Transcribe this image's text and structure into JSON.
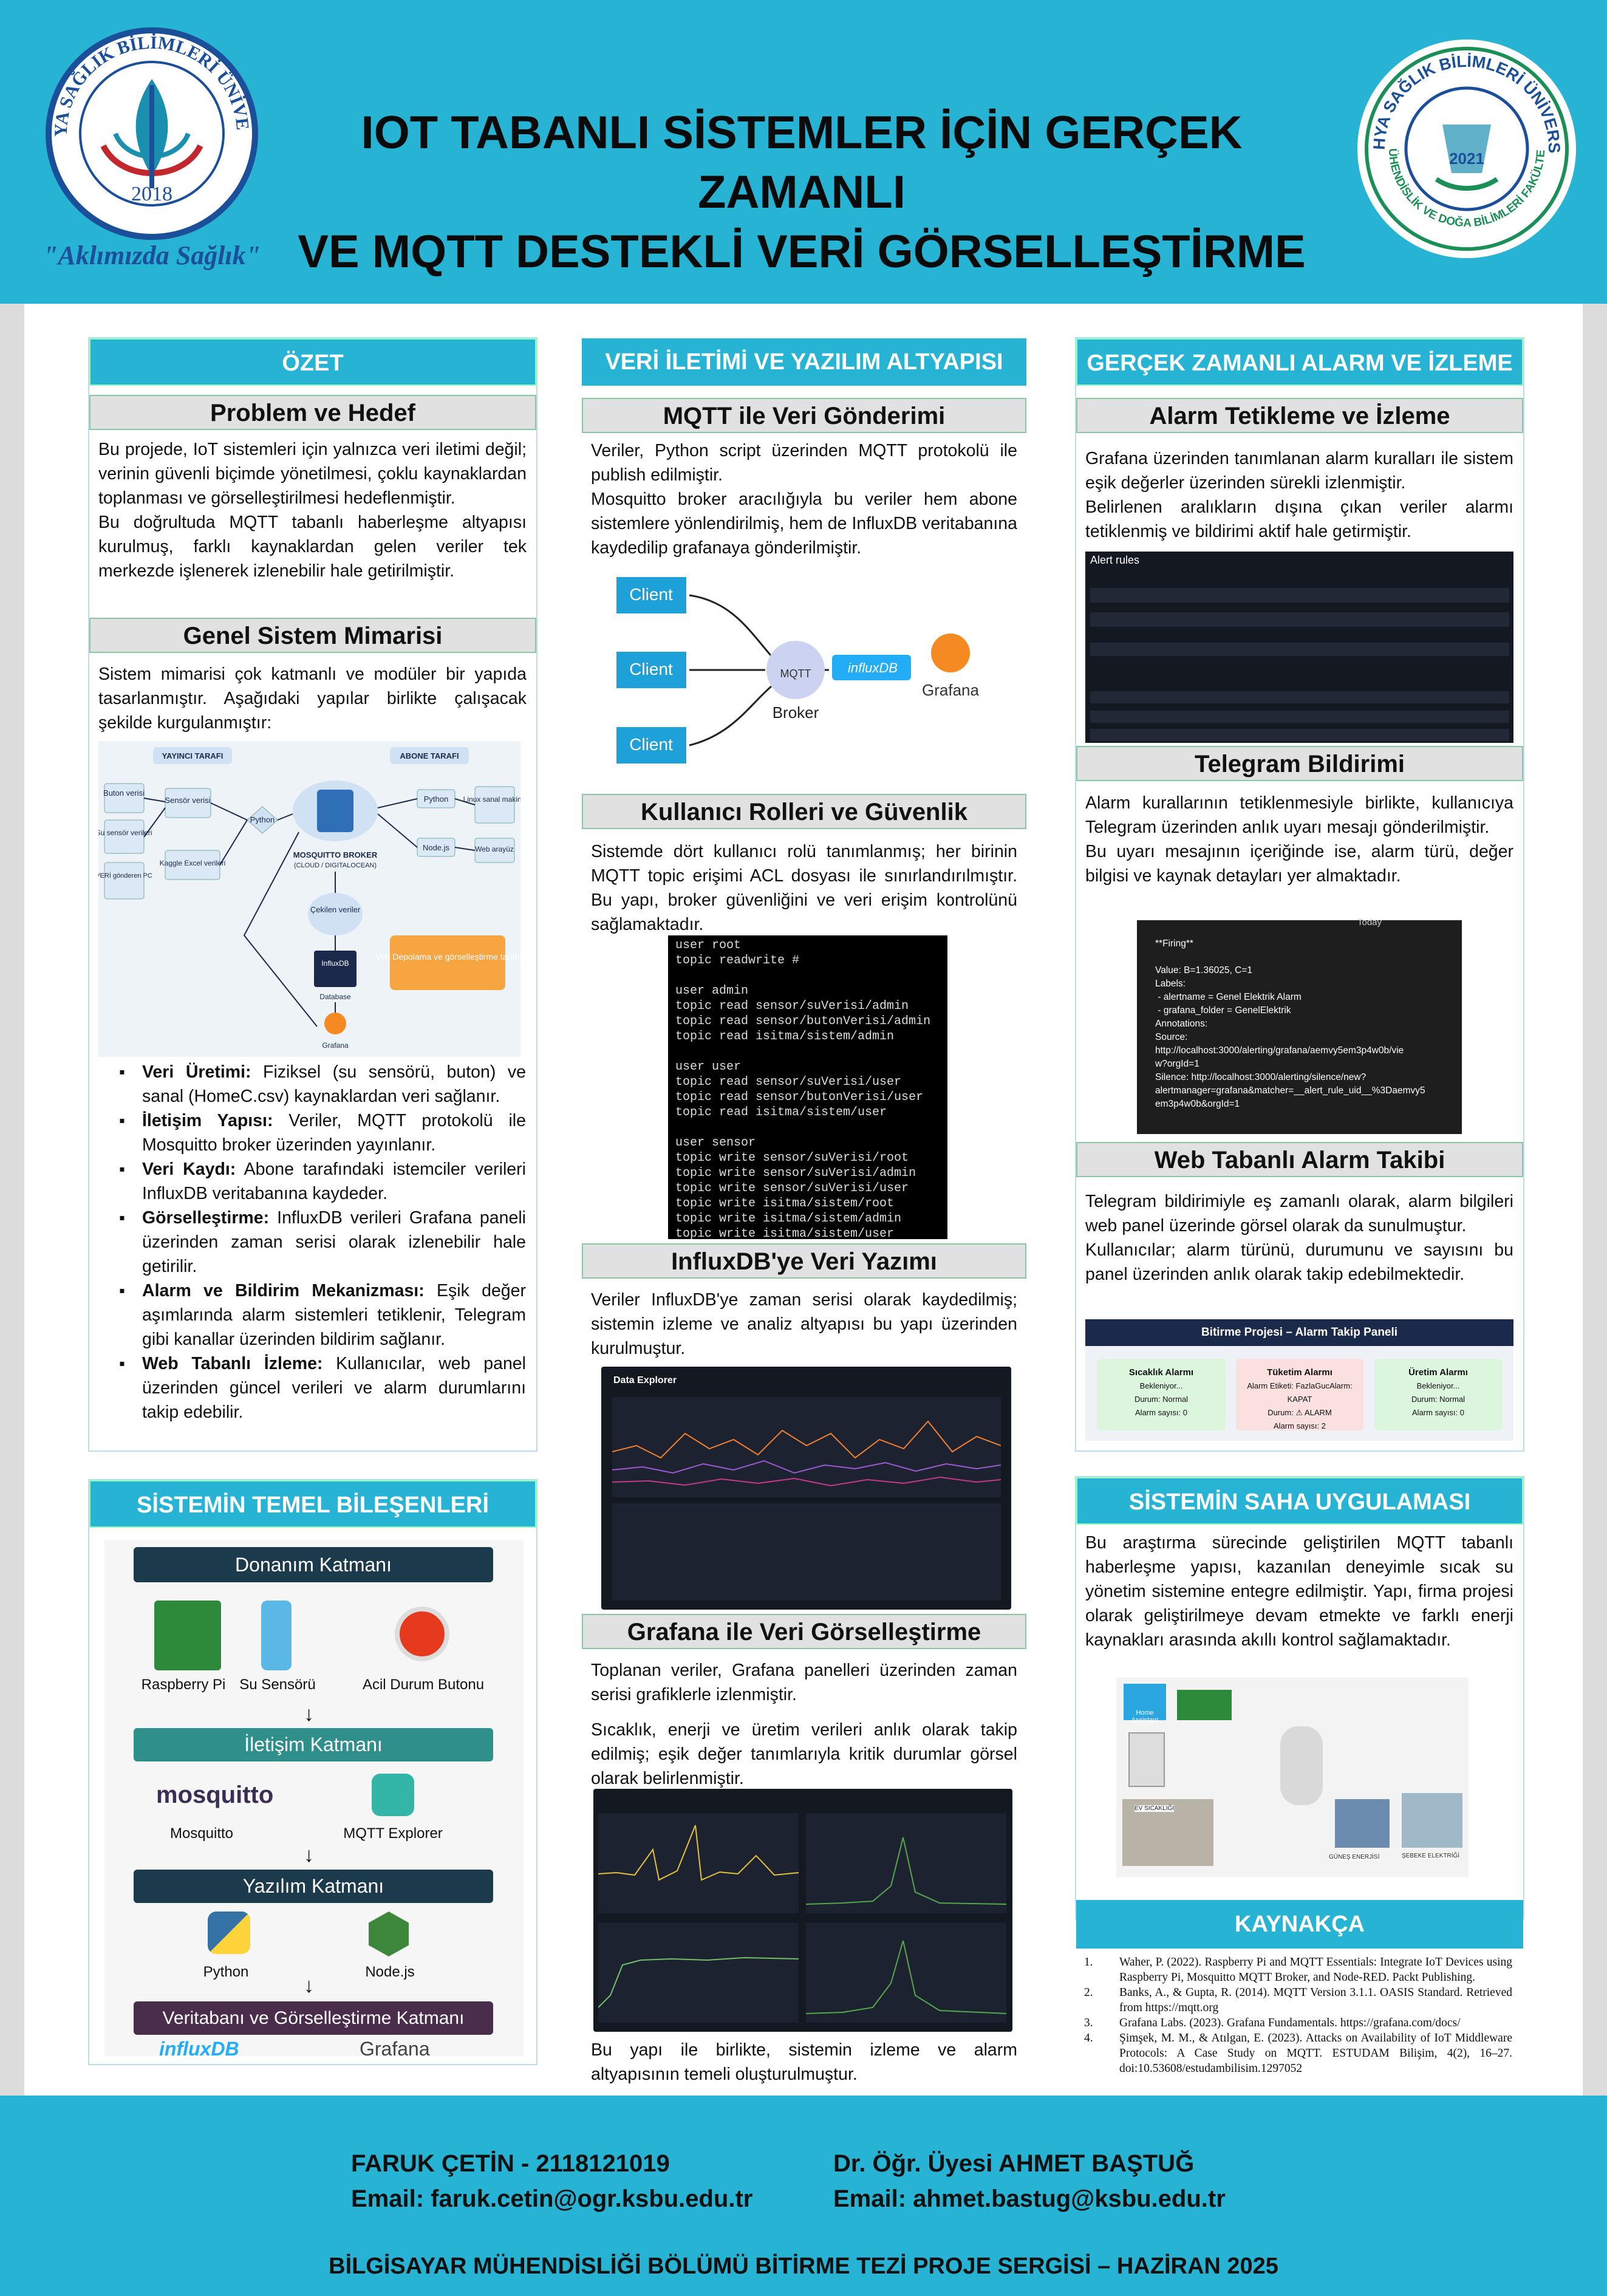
{
  "header": {
    "title_line1": "IOT TABANLI SİSTEMLER İÇİN GERÇEK ZAMANLI",
    "title_line2": "VE MQTT DESTEKLİ VERİ GÖRSELLEŞTİRME",
    "left_logo_arc": "KÜTAHYA SAĞLIK BİLİMLERİ ÜNİVERSİTESİ",
    "left_logo_year": "2018",
    "left_logo_slogan": "\"Aklımızda Sağlık\"",
    "right_logo_arc": "KÜTAHYA SAĞLIK BİLİMLERİ ÜNİVERSİTESİ",
    "right_logo_inner": "MÜHENDİSLİK VE DOĞA BİLİMLERİ FAKÜLTESİ",
    "right_logo_year": "2021"
  },
  "col1": {
    "section": "ÖZET",
    "sub1": "Problem ve Hedef",
    "p1": "Bu projede, IoT sistemleri için yalnızca veri iletimi değil; verinin güvenli biçimde yönetilmesi, çoklu kaynaklardan toplanması ve görselleştirilmesi hedeflenmiştir.",
    "p2": "Bu doğrultuda MQTT tabanlı haberleşme altyapısı kurulmuş, farklı kaynaklardan gelen veriler tek merkezde işlenerek izlenebilir hale getirilmiştir.",
    "sub2": "Genel Sistem Mimarisi",
    "p3": "Sistem mimarisi çok katmanlı ve modüler bir yapıda tasarlanmıştır. Aşağıdaki yapılar birlikte çalışacak şekilde kurgulanmıştır:",
    "arch": {
      "pub": "YAYINCI TARAFI",
      "sub": "ABONE TARAFI",
      "buton": "Buton verisi",
      "su": "Su sensör verileri",
      "veri": "VERİ gönderen PC",
      "sensor": "Sensör verisi",
      "kaggle": "Kaggle Excel verileri",
      "python": "Python",
      "broker": "MOSQUITTO BROKER",
      "broker2": "(CLOUD / DIGITALOCEAN)",
      "cekilen": "Çekilen veriler",
      "influx": "InfluxDB",
      "database": "Database",
      "grafana": "Grafana",
      "py2": "Python",
      "node": "Node.js",
      "linux": "Linux sanal makine",
      "web": "Web arayüz",
      "depo": "Veri Depolama ve görselleştirme tarafı"
    },
    "bullets": [
      {
        "b": "Veri Üretimi:",
        "t": " Fiziksel (su sensörü, buton) ve sanal (HomeC.csv) kaynaklardan veri sağlanır."
      },
      {
        "b": "İletişim Yapısı:",
        "t": " Veriler, MQTT protokolü ile Mosquitto broker üzerinden yayınlanır."
      },
      {
        "b": "Veri Kaydı:",
        "t": " Abone tarafındaki istemciler verileri InfluxDB veritabanına kaydeder."
      },
      {
        "b": "Görselleştirme:",
        "t": " InfluxDB verileri Grafana paneli üzerinden zaman serisi olarak izlenebilir hale getirilir."
      },
      {
        "b": "Alarm ve Bildirim Mekanizması:",
        "t": " Eşik değer aşımlarında alarm sistemleri tetiklenir, Telegram gibi kanallar üzerinden bildirim sağlanır."
      },
      {
        "b": "Web Tabanlı İzleme:",
        "t": " Kullanıcılar, web panel üzerinden güncel verileri ve alarm durumlarını takip edebilir."
      }
    ],
    "section2": "SİSTEMİN TEMEL BİLEŞENLERİ",
    "layers": {
      "l1": "Donanım Katmanı",
      "rpi": "Raspberry Pi",
      "su": "Su Sensörü",
      "acil": "Acil Durum Butonu",
      "l2": "İletişim Katmanı",
      "mosq_logo": "mosquitto",
      "mosq": "Mosquitto",
      "mqttx": "MQTT Explorer",
      "l3": "Yazılım Katmanı",
      "python": "Python",
      "node": "Node.js",
      "l4": "Veritabanı ve Görselleştirme Katmanı",
      "influx": "influxDB",
      "grafana": "Grafana"
    }
  },
  "col2": {
    "section": "VERİ İLETİMİ VE YAZILIM ALTYAPISI",
    "sub1": "MQTT ile Veri Gönderimi",
    "p1": "Veriler, Python script üzerinden MQTT protokolü ile publish edilmiştir.",
    "p2": "Mosquitto broker aracılığıyla bu veriler hem abone sistemlere yönlendirilmiş, hem de InfluxDB veritabanına kaydedilip grafanaya gönderilmiştir.",
    "diag": {
      "c1": "Client",
      "c2": "Client",
      "c3": "Client",
      "mqtt": "MQTT",
      "broker": "Broker",
      "influx": "influxDB",
      "grafana": "Grafana"
    },
    "sub2": "Kullanıcı Rolleri ve Güvenlik",
    "p3": "Sistemde dört kullanıcı rolü tanımlanmış; her birinin MQTT topic erişimi ACL dosyası ile sınırlandırılmıştır. Bu yapı, broker güvenliğini ve veri erişim kontrolünü sağlamaktadır.",
    "acl": "user root\ntopic readwrite #\n\nuser admin\ntopic read sensor/suVerisi/admin\ntopic read sensor/butonVerisi/admin\ntopic read isitma/sistem/admin\n\nuser user\ntopic read sensor/suVerisi/user\ntopic read sensor/butonVerisi/user\ntopic read isitma/sistem/user\n\nuser sensor\ntopic write sensor/suVerisi/root\ntopic write sensor/suVerisi/admin\ntopic write sensor/suVerisi/user\ntopic write isitma/sistem/root\ntopic write isitma/sistem/admin\ntopic write isitma/sistem/user",
    "sub3": "InfluxDB'ye Veri Yazımı",
    "p4": "Veriler InfluxDB'ye zaman serisi olarak kaydedilmiş; sistemin izleme ve analiz altyapısı bu yapı üzerinden kurulmuştur.",
    "explorer_title": "Data Explorer",
    "sub4": "Grafana ile Veri Görselleştirme",
    "p5": "Toplanan veriler, Grafana panelleri üzerinden zaman serisi grafiklerle izlenmiştir.",
    "p6": "Sıcaklık, enerji ve üretim verileri anlık olarak takip edilmiş; eşik değer tanımlarıyla kritik durumlar görsel olarak belirlenmiştir.",
    "p7": "Bu yapı ile birlikte, sistemin izleme ve alarm altyapısının temeli oluşturulmuştur."
  },
  "col3": {
    "section": "GERÇEK ZAMANLI ALARM VE İZLEME",
    "sub1": "Alarm Tetikleme ve İzleme",
    "p1": "Grafana üzerinden tanımlanan alarm kuralları ile sistem eşik değerler üzerinden sürekli izlenmiştir.",
    "p2": "Belirlenen aralıkların dışına çıkan veriler alarmı tetiklenmiş ve bildirimi aktif hale getirmiştir.",
    "alert_title": "Alert rules",
    "sub2": "Telegram Bildirimi",
    "p3": "Alarm kurallarının tetiklenmesiyle birlikte, kullanıcıya Telegram üzerinden anlık uyarı mesajı gönderilmiştir.",
    "p4": "Bu uyarı mesajının içeriğinde ise, alarm türü, değer bilgisi ve kaynak detayları yer almaktadır.",
    "tg": "**Firing**\n\nValue: B=1.36025, C=1\nLabels:\n - alertname = Genel Elektrik Alarm\n - grafana_folder = GenelElektrik\nAnnotations:\nSource:\nhttp://localhost:3000/alerting/grafana/aemvy5em3p4w0b/vie\nw?orgId=1\nSilence: http://localhost:3000/alerting/silence/new?\nalertmanager=grafana&matcher=__alert_rule_uid__%3Daemvy5\nem3p4w0b&orgId=1",
    "tg_today": "Today",
    "sub3": "Web Tabanlı Alarm Takibi",
    "p5": "Telegram bildirimiyle eş zamanlı olarak, alarm bilgileri web panel üzerinde görsel olarak da sunulmuştur.",
    "p6": "Kullanıcılar; alarm türünü, durumunu ve sayısını bu panel üzerinden anlık olarak takip edebilmektedir.",
    "panel": {
      "title": "Bitirme Projesi – Alarm Takip Paneli",
      "cards": [
        {
          "h": "Sıcaklık Alarmı",
          "l1": "Bekleniyor...",
          "l2": "Durum: Normal",
          "l3": "Alarm sayısı: 0"
        },
        {
          "h": "Tüketim Alarmı",
          "l1": "Alarm Etiketi: FazlaGucAlarm: KAPAT",
          "l2": "Durum: ⚠ ALARM",
          "l3": "Alarm sayısı: 2"
        },
        {
          "h": "Üretim Alarmı",
          "l1": "Bekleniyor...",
          "l2": "Durum: Normal",
          "l3": "Alarm sayısı: 0"
        }
      ]
    },
    "section2": "SİSTEMİN SAHA UYGULAMASI",
    "p7": "Bu araştırma sürecinde geliştirilen MQTT tabanlı haberleşme yapısı, kazanılan deneyimle sıcak su yönetim sistemine entegre edilmiştir. Yapı, firma projesi olarak geliştirilmeye devam etmekte ve farklı enerji kaynakları arasında akıllı kontrol sağlamaktadır.",
    "field": {
      "home": "Home Assistant",
      "ev": "EV SICAKLIĞI",
      "gunes": "GÜNEŞ ENERJİSİ",
      "sebeke": "ŞEBEKE ELEKTRİĞİ"
    },
    "section3": "KAYNAKÇA",
    "refs": [
      "Waher, P. (2022). Raspberry Pi and MQTT Essentials: Integrate IoT Devices using Raspberry Pi, Mosquitto MQTT Broker, and Node-RED. Packt Publishing.",
      "Banks, A., & Gupta, R. (2014). MQTT Version 3.1.1. OASIS Standard. Retrieved from https://mqtt.org",
      "Grafana Labs. (2023). Grafana Fundamentals. https://grafana.com/docs/",
      "Şimşek, M. M., & Atılgan, E. (2023). Attacks on Availability of IoT Middleware Protocols: A Case Study on MQTT. ESTUDAM Bilişim, 4(2), 16–27. doi:10.53608/estudambilisim.1297052"
    ]
  },
  "footer": {
    "name1": "FARUK ÇETİN - 2118121019",
    "mail1": "Email: faruk.cetin@ogr.ksbu.edu.tr",
    "name2": "Dr. Öğr. Üyesi AHMET BAŞTUĞ",
    "mail2": "Email: ahmet.bastug@ksbu.edu.tr",
    "bottom": "BİLGİSAYAR MÜHENDİSLİĞİ BÖLÜMÜ BİTİRME TEZİ PROJE SERGİSİ – HAZİRAN 2025"
  },
  "colors": {
    "accent": "#27b3d3",
    "subbar_border": "#8cc6a2",
    "layer_bar": "#1b3a4b",
    "layer_bar2": "#4a2d4a",
    "client": "#1ea0d8"
  }
}
